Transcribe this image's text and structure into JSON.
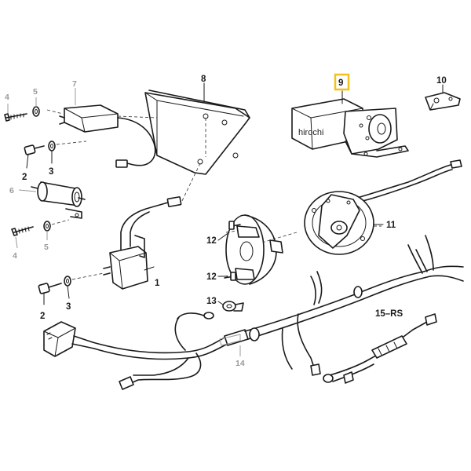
{
  "watermark": "hirochi",
  "highlight_color": "#f2c21b",
  "labels": {
    "p1": "1",
    "p2a": "2",
    "p2b": "2",
    "p3a": "3",
    "p3b": "3",
    "p4a": "4",
    "p4b": "4",
    "p5a": "5",
    "p5b": "5",
    "p6": "6",
    "p7": "7",
    "p8": "8",
    "p9": "9",
    "p10": "10",
    "p11": "11",
    "p12a": "12",
    "p12b": "12",
    "p13": "13",
    "p14": "14",
    "p15": "15–RS"
  }
}
